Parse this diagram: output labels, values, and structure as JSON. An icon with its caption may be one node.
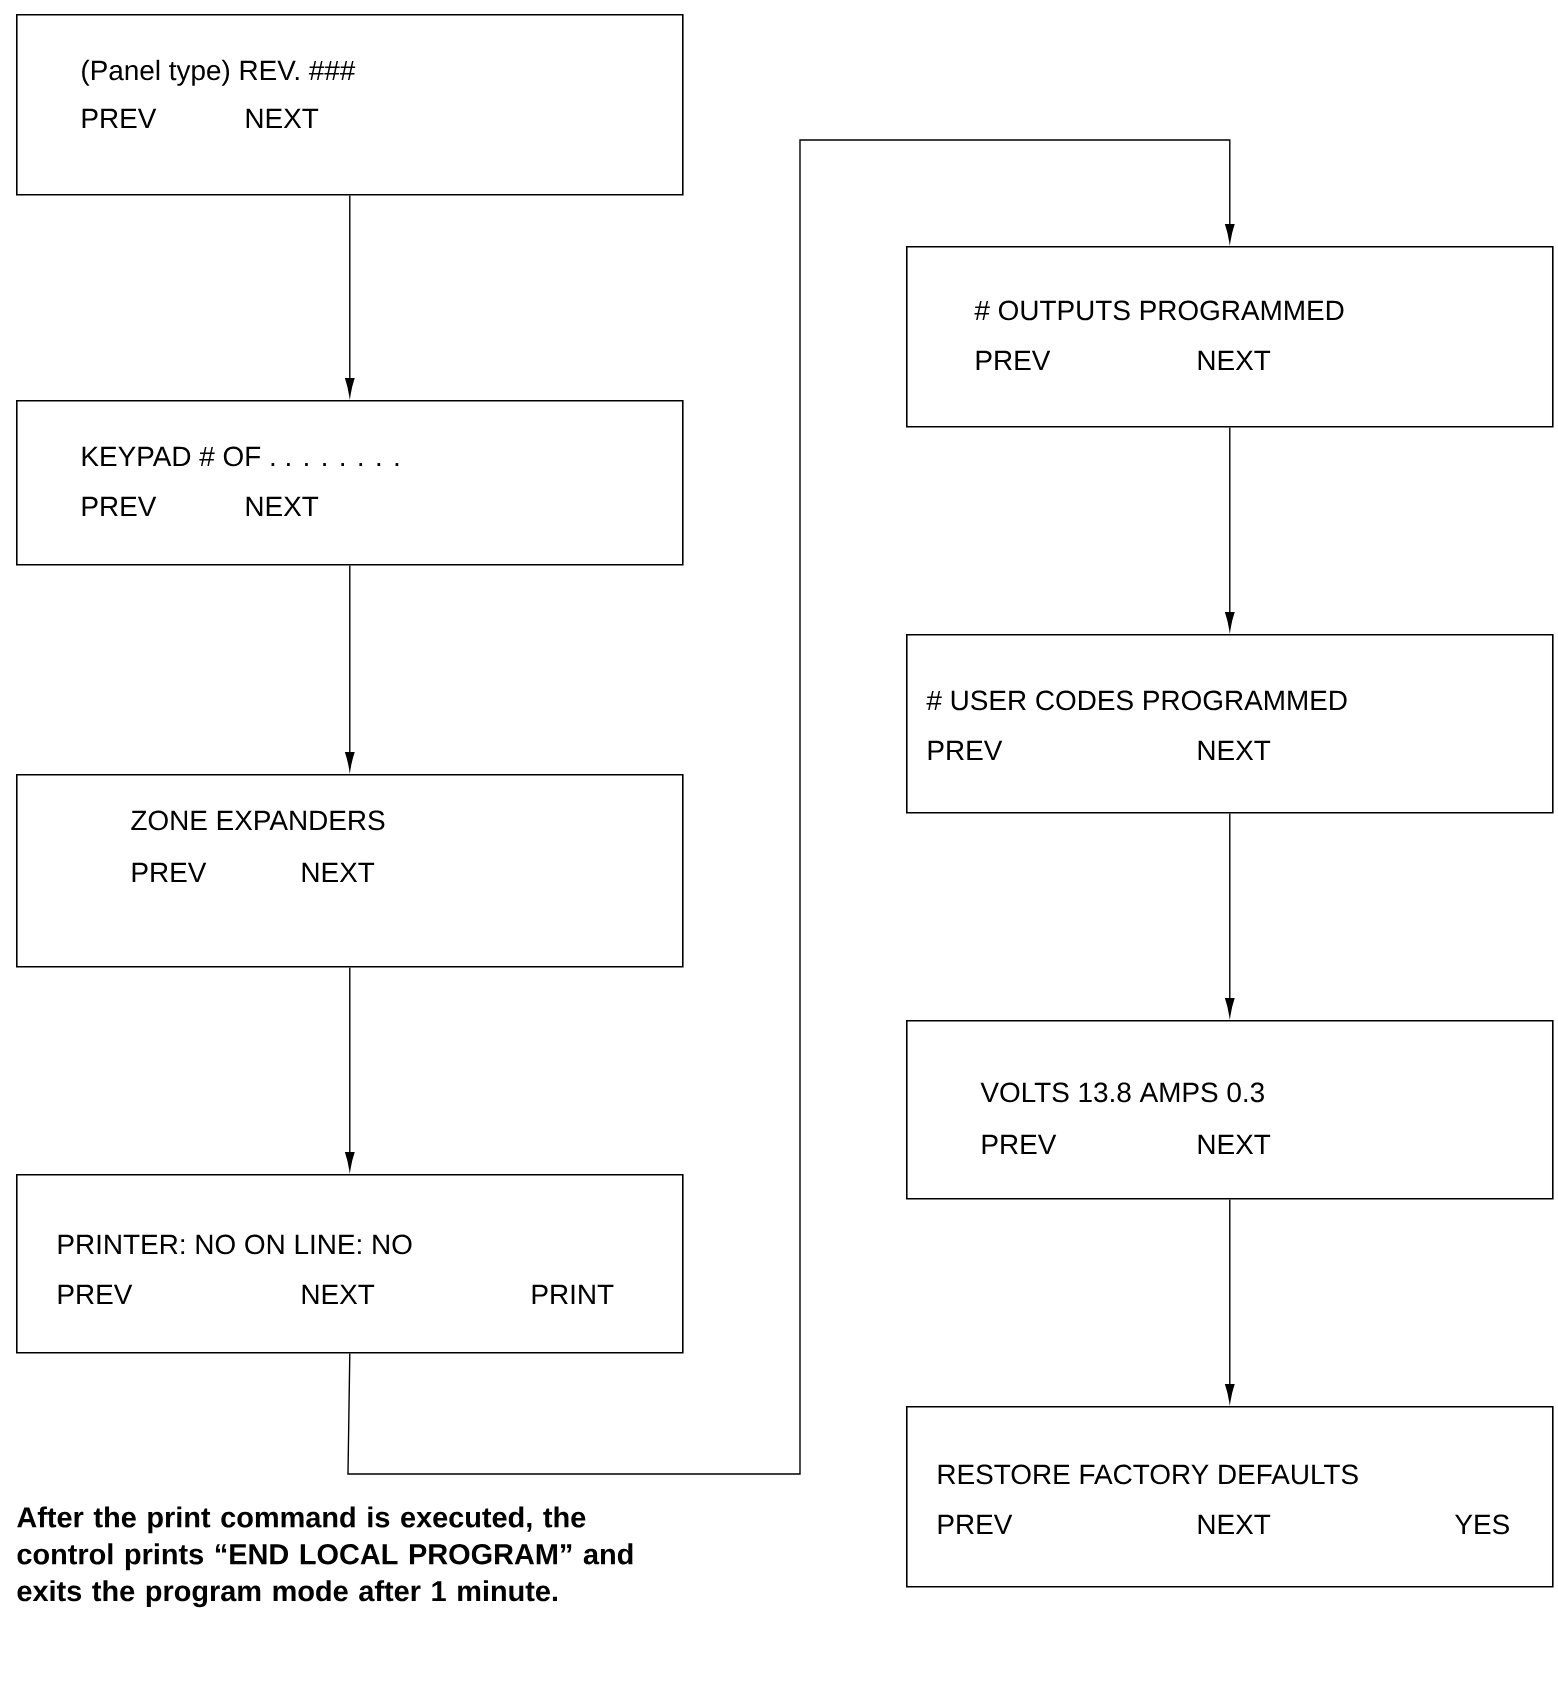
{
  "diagram": {
    "nodes": [
      {
        "text": [
          "(Panel type) REV. ###",
          "PREV",
          "NEXT"
        ]
      },
      {
        "text": [
          "KEYPAD # OF . . . . . . . .",
          "PREV",
          "NEXT"
        ]
      },
      {
        "text": [
          "ZONE EXPANDERS",
          "PREV",
          "NEXT"
        ]
      },
      {
        "text": [
          "PRINTER: NO ON LINE: NO",
          "PREV",
          "NEXT",
          "PRINT"
        ]
      },
      {
        "text": [
          "# OUTPUTS PROGRAMMED",
          "PREV",
          "NEXT"
        ]
      },
      {
        "text": [
          "# USER CODES PROGRAMMED",
          "PREV",
          "NEXT"
        ]
      },
      {
        "text": [
          "VOLTS 13.8 AMPS 0.3",
          "PREV",
          "NEXT"
        ]
      },
      {
        "text": [
          "RESTORE FACTORY DEFAULTS",
          "PREV",
          "NEXT",
          "YES"
        ]
      }
    ],
    "edges": [
      {
        "from": 0,
        "to": 1,
        "arrow": "to"
      },
      {
        "from": 1,
        "to": 2,
        "arrow": "to"
      },
      {
        "from": 2,
        "to": 3,
        "arrow": "to"
      },
      {
        "from": 3,
        "to": 4,
        "arrow": "to"
      },
      {
        "from": 4,
        "to": 5,
        "arrow": "to"
      },
      {
        "from": 5,
        "to": 6,
        "arrow": "to"
      },
      {
        "from": 6,
        "to": 7,
        "arrow": "to"
      }
    ],
    "labels": [
      "After the print command is executed, the control prints “END LOCAL PROGRAM” and exits the program mode after 1 minute."
    ]
  }
}
